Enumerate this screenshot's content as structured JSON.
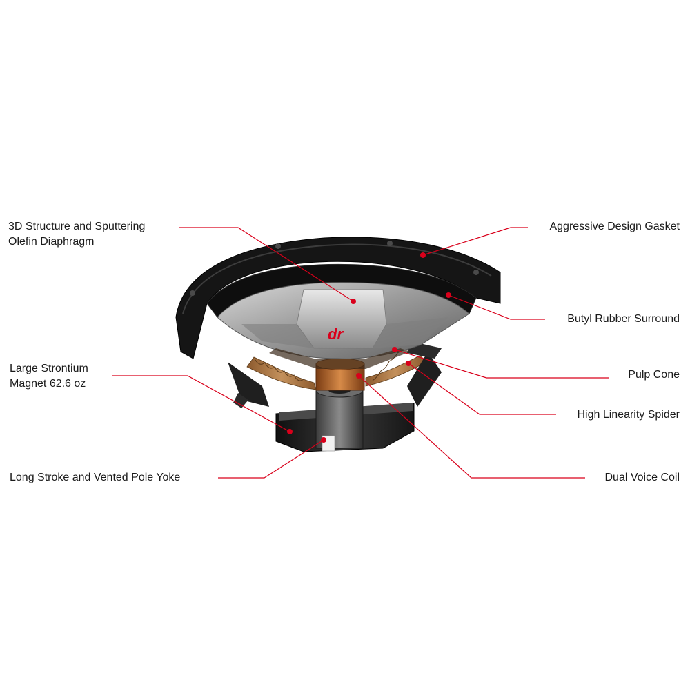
{
  "diagram": {
    "labels": {
      "diaphragm": [
        "3D Structure and Sputtering",
        "Olefin Diaphragm"
      ],
      "gasket": "Aggressive Design Gasket",
      "surround": "Butyl Rubber Surround",
      "magnet": [
        "Large Strontium",
        "Magnet 62.6 oz"
      ],
      "pulp_cone": "Pulp Cone",
      "spider": "High Linearity Spider",
      "pole_yoke": "Long Stroke and Vented Pole Yoke",
      "voice_coil": "Dual Voice Coil"
    },
    "cone_logo": "dr",
    "colors": {
      "leader": "#d9001b",
      "text": "#1a1a1a",
      "basket": "#1c1c1c",
      "cone": "#9a9a9a",
      "spider": "#b07a45",
      "voice_coil": "#c5793a"
    }
  }
}
